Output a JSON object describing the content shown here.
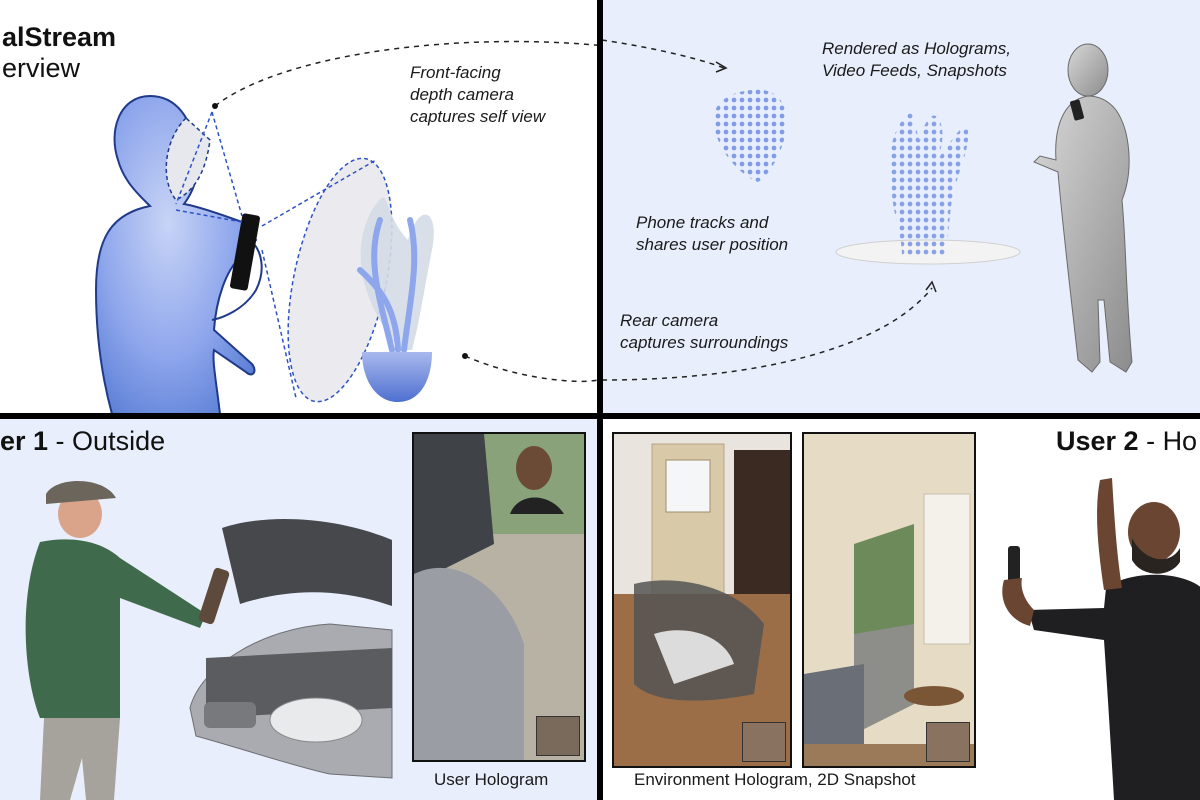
{
  "overview": {
    "title_line1": "alStream",
    "title_line2": "erview",
    "annotations": {
      "front_camera": [
        "Front-facing",
        "depth camera",
        "captures self view"
      ],
      "rendered_as": [
        "Rendered as Holograms,",
        "Video Feeds, Snapshots"
      ],
      "phone_tracks": [
        "Phone tracks and",
        "shares user position"
      ],
      "rear_camera": [
        "Rear camera",
        "captures surroundings"
      ]
    }
  },
  "user1": {
    "name": "er 1",
    "separator": " - ",
    "location": "Outside",
    "caption": "User Hologram"
  },
  "user2": {
    "name": "User 2",
    "separator": " - ",
    "location": "Ho",
    "caption": "Environment Hologram, 2D Snapshot"
  },
  "colors": {
    "hologram_blue": "#5b7fd6",
    "panel_tint": "#e8eefb",
    "divider": "#000000"
  }
}
